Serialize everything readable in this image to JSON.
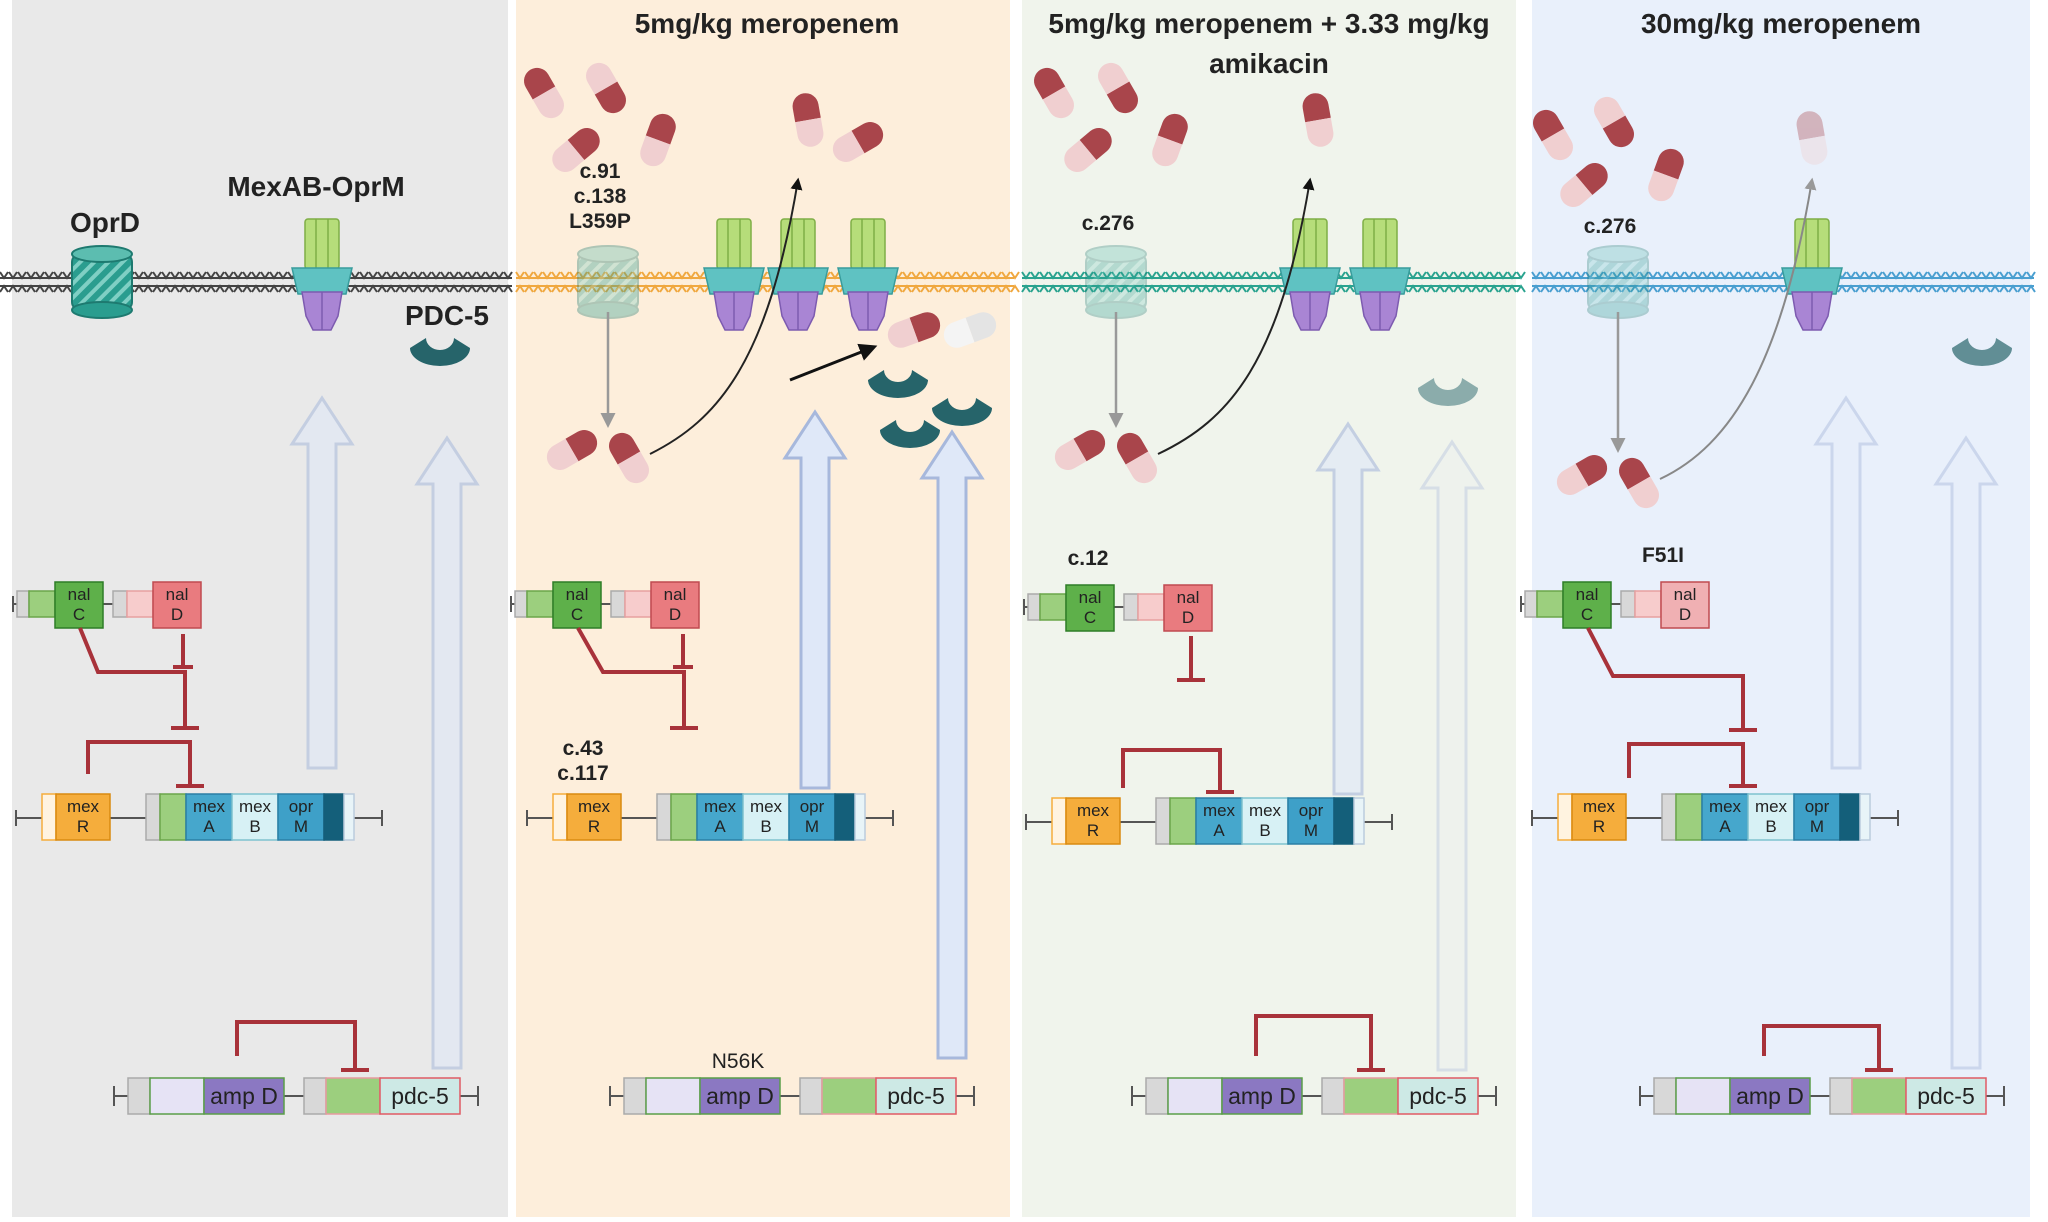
{
  "panels": [
    {
      "id": "baseline",
      "title_lines": [],
      "bg": "#e9e9e9",
      "membrane_color": "#444444",
      "labels": {
        "oprd": "OprD",
        "mexab": "MexAB-OprM",
        "pdc": "PDC-5"
      },
      "mutations": {
        "oprd": [],
        "nal": "",
        "mexr": [],
        "ampd": ""
      }
    },
    {
      "id": "mero5",
      "title_lines": [
        "5mg/kg meropenem"
      ],
      "bg": "#fdeedb",
      "membrane_color": "#f0a840",
      "labels": {},
      "mutations": {
        "oprd": [
          "c.91",
          "c.138",
          "L359P"
        ],
        "nal": "",
        "mexr": [
          "c.43",
          "c.117"
        ],
        "ampd": "N56K"
      }
    },
    {
      "id": "mero5_amik",
      "title_lines": [
        "5mg/kg meropenem + 3.33 mg/kg",
        "amikacin"
      ],
      "bg": "#f0f4ec",
      "membrane_color": "#2aa38f",
      "labels": {},
      "mutations": {
        "oprd": [
          "c.276"
        ],
        "nal": "c.12",
        "mexr": [],
        "ampd": ""
      }
    },
    {
      "id": "mero30",
      "title_lines": [
        "30mg/kg meropenem"
      ],
      "bg": "#e9f0fb",
      "membrane_color": "#4a9fd0",
      "labels": {},
      "mutations": {
        "oprd": [
          "c.276"
        ],
        "nal": "F51I",
        "mexr": [],
        "ampd": ""
      }
    }
  ],
  "genes": {
    "nalc": [
      "nal",
      "C"
    ],
    "nald": [
      "nal",
      "D"
    ],
    "mexr": [
      "mex",
      "R"
    ],
    "mexa": [
      "mex",
      "A"
    ],
    "mexb": [
      "mex",
      "B"
    ],
    "oprm": [
      "opr",
      "M"
    ],
    "ampd": "amp D",
    "pdc5": "pdc-5"
  },
  "colors": {
    "oprd": "#2a9d8f",
    "mex_top": "#b6dd7a",
    "mex_mid": "#5fc2c2",
    "mex_bottom": "#a985d4",
    "pdc": "#26646a",
    "drug_red": "#a9454b",
    "drug_pink": "#f0cfd0",
    "nalc": "#5eb04a",
    "nald": "#e97b7f",
    "mexr": "#f5ad3c",
    "mexa": "#46a7cc",
    "mexb": "#d7f1f5",
    "oprm": "#3ea0c8",
    "ampd": "#8b78c2",
    "pdc5_gene": "#cde9e5",
    "repress": "#a8323a",
    "up_arrow": "#a7b8dc"
  }
}
